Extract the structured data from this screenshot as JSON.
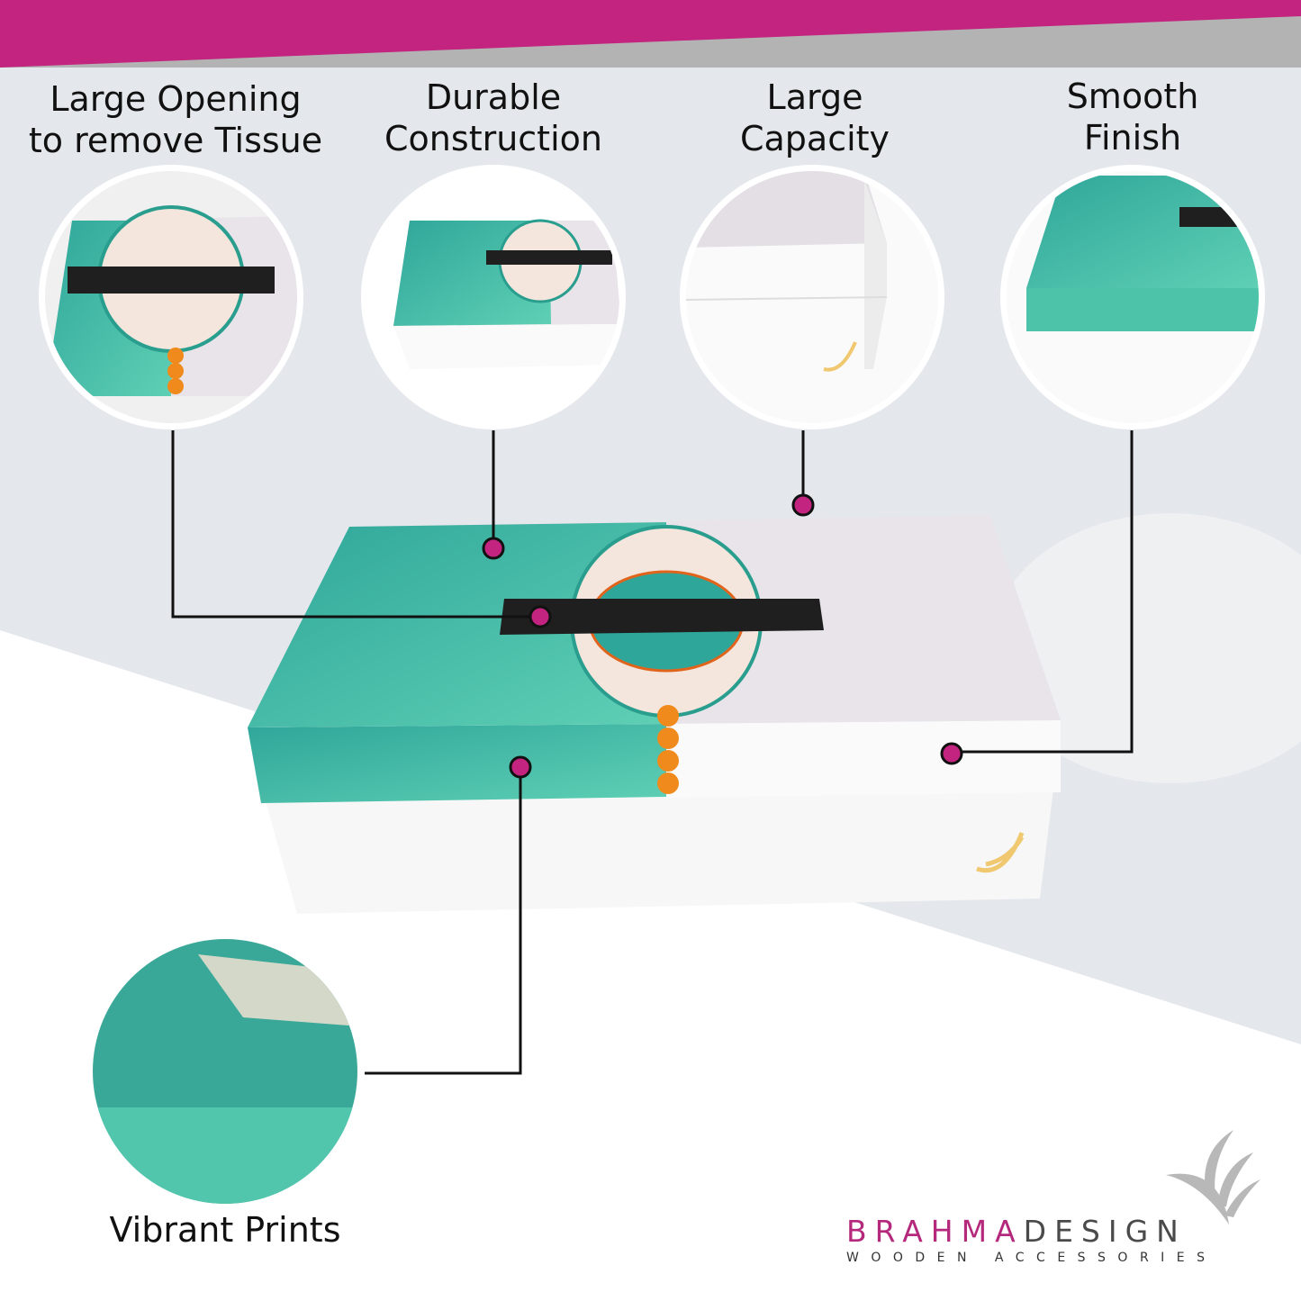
{
  "features": [
    {
      "label_line1": "Large Opening",
      "label_line2": "to remove Tissue"
    },
    {
      "label_line1": "Durable",
      "label_line2": "Construction"
    },
    {
      "label_line1": "Large",
      "label_line2": "Capacity"
    },
    {
      "label_line1": "Smooth",
      "label_line2": "Finish"
    },
    {
      "label_line1": "Vibrant Prints"
    }
  ],
  "brand": {
    "name_part1": "BRAHMA",
    "name_part2": "DESIGN",
    "tagline": "WOODEN ACCESSORIES"
  },
  "colors": {
    "accent": "#c2247f",
    "teal": "#3fbfa8",
    "orange": "#f08a1c",
    "background": "#e4e8ec"
  }
}
